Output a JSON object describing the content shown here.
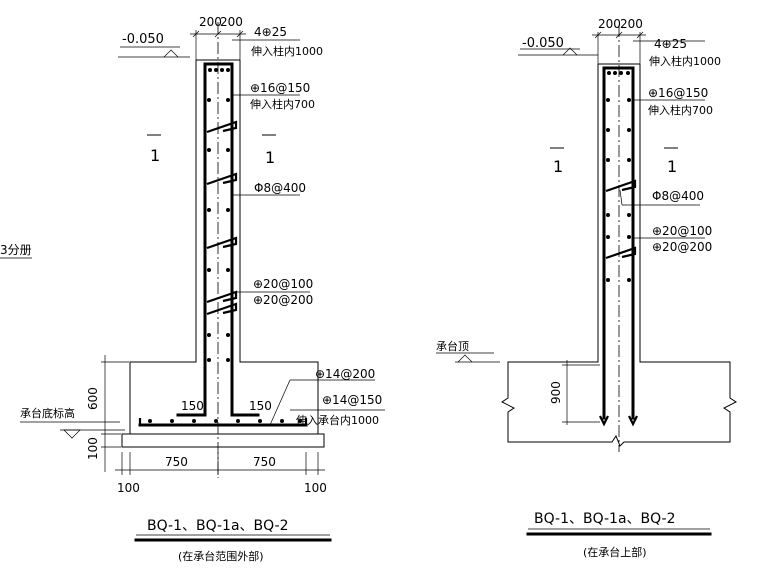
{
  "left_section": {
    "level_mark": "-0.050",
    "top_dims": [
      "200",
      "200"
    ],
    "bar_top": "4⊕25",
    "bar_top_note": "伸入柱内1000",
    "vertical_bar": "⊕16@150",
    "vertical_bar_note": "伸入柱内700",
    "stirrup": "Φ8@400",
    "horiz_bar_1": "⊕20@100",
    "horiz_bar_2": "⊕20@200",
    "cut_label_left": "1",
    "cut_label_right": "1",
    "side_note": "3分册",
    "footing_top_bar": "⊕14@200",
    "footing_bottom_bar": "⊕14@150",
    "footing_bottom_note": "伸入承台内1000",
    "hook_left": "150",
    "hook_right": "150",
    "footing_level_label": "承台底标高",
    "dim_600": "600",
    "dim_100_v": "100",
    "dim_750_left": "750",
    "dim_750_right": "750",
    "dim_100_left": "100",
    "dim_100_right": "100",
    "title": "BQ-1、BQ-1a、BQ-2",
    "subtitle": "(在承台范围外部)"
  },
  "right_section": {
    "level_mark": "-0.050",
    "top_dims": [
      "200",
      "200"
    ],
    "bar_top": "4⊕25",
    "bar_top_note": "伸入柱内1000",
    "vertical_bar": "⊕16@150",
    "vertical_bar_note": "伸入柱内700",
    "stirrup": "Φ8@400",
    "horiz_bar_1": "⊕20@100",
    "horiz_bar_2": "⊕20@200",
    "cut_label_left": "1",
    "cut_label_right": "1",
    "cap_top_label": "承台顶",
    "dim_900": "900",
    "title": "BQ-1、BQ-1a、BQ-2",
    "subtitle": "(在承台上部)"
  }
}
